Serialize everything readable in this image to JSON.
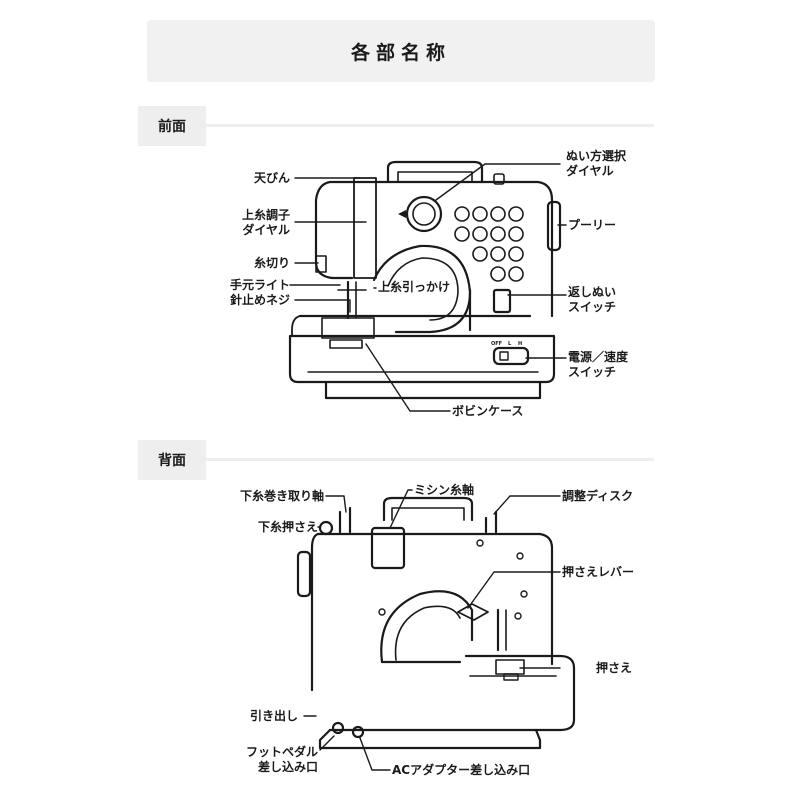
{
  "page_title": "各部名称",
  "colors": {
    "line": "#1a1a1a",
    "band": "#f1f1f1"
  },
  "front": {
    "heading": "前面",
    "labels": {
      "take_up_lever": "天びん",
      "tension_dial": "上糸調子\nダイヤル",
      "thread_cutter": "糸切り",
      "hand_light": "手元ライト",
      "needle_screw": "針止めネジ",
      "stitch_dial": "ぬい方選択\nダイヤル",
      "pulley": "プーリー",
      "upper_thread_hook": "上糸引っかけ",
      "reverse_switch": "返しぬい\nスイッチ",
      "power_switch": "電源／速度\nスイッチ",
      "bobbin_case": "ボビンケース"
    },
    "switch_marks": {
      "off": "OFF",
      "low": "L",
      "high": "H"
    }
  },
  "back": {
    "heading": "背面",
    "labels": {
      "bobbin_winder": "下糸巻き取り軸",
      "bobbin_stopper": "下糸押さえ",
      "spool_pin": "ミシン糸軸",
      "adjust_disc": "調整ディスク",
      "presser_lever": "押さえレバー",
      "presser_foot": "押さえ",
      "drawer": "引き出し",
      "foot_pedal_jack": "フットペダル\n差し込み口",
      "ac_adapter_jack": "ACアダプター差し込み口"
    }
  }
}
